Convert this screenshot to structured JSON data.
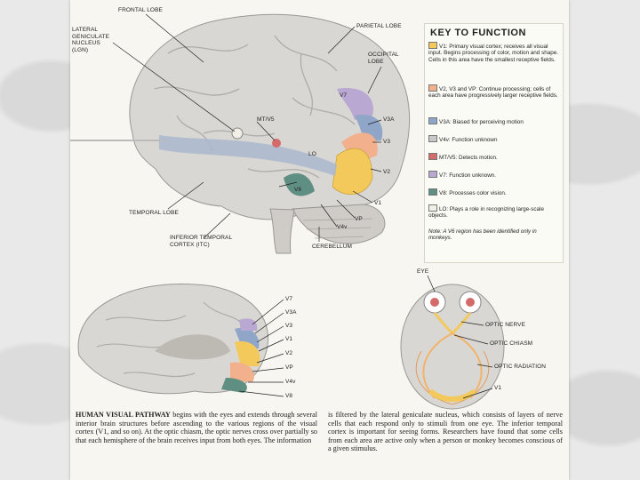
{
  "main_labels": {
    "frontal_lobe": "FRONTAL LOBE",
    "parietal_lobe": "PARIETAL LOBE",
    "lgn": "LATERAL\nGENICULATE\nNUCLEUS\n(LGN)",
    "occipital_lobe": "OCCIPITAL\nLOBE",
    "v7": "V7",
    "mt_v5": "MT/V5",
    "v3a": "V3A",
    "v3": "V3",
    "lo": "LO",
    "v2": "V2",
    "v8": "V8",
    "v1": "V1",
    "vp": "VP",
    "v4v": "V4v",
    "temporal_lobe": "TEMPORAL LOBE",
    "itc": "INFERIOR TEMPORAL\nCORTEX (ITC)",
    "cerebellum": "CEREBELLUM"
  },
  "key": {
    "title": "KEY TO FUNCTION",
    "items": [
      {
        "color": "#f2c95a",
        "text": "V1: Primary visual cortex; receives all visual input. Begins processing of color, motion and shape. Cells in this area have the smallest receptive fields."
      },
      {
        "color": "#f3b08c",
        "text": "V2, V3 and VP: Continue processing; cells of each area have progressively larger receptive fields."
      },
      {
        "color": "#8fa6c8",
        "text": "V3A: Biased for perceiving motion"
      },
      {
        "color": "#c9c9c9",
        "text": "V4v: Function unknown"
      },
      {
        "color": "#d46a6a",
        "text": "MT/V5: Detects motion."
      },
      {
        "color": "#b9a8d2",
        "text": "V7: Function unknown."
      },
      {
        "color": "#5e8f82",
        "text": "V8: Processes color vision."
      },
      {
        "color": "#f1efe6",
        "text": "LO: Plays a role in recognizing large-scale objects."
      }
    ],
    "note": "Note: A V6 region has been identified only in monkeys."
  },
  "medial_labels": [
    "V7",
    "V3A",
    "V3",
    "V1",
    "V2",
    "VP",
    "V4v",
    "V8"
  ],
  "bottom_labels": {
    "eye": "EYE",
    "optic_nerve": "OPTIC NERVE",
    "optic_chiasm": "OPTIC CHIASM",
    "optic_radiation": "OPTIC RADIATION",
    "v1": "V1"
  },
  "caption": {
    "lead": "HUMAN VISUAL PATHWAY",
    "left": " begins with the eyes and extends through several interior brain structures before ascending to the various regions of the visual cortex (V1, and so on). At the optic chiasm, the optic nerves cross over partially so that each hemisphere of the brain receives input from both eyes. The information",
    "right": "is filtered by the lateral geniculate nucleus, which consists of layers of nerve cells that each respond only to stimuli from one eye. The inferior temporal cortex is important for seeing forms. Researchers have found that some cells from each area are active only when a person or monkey becomes conscious of a given stimulus."
  }
}
